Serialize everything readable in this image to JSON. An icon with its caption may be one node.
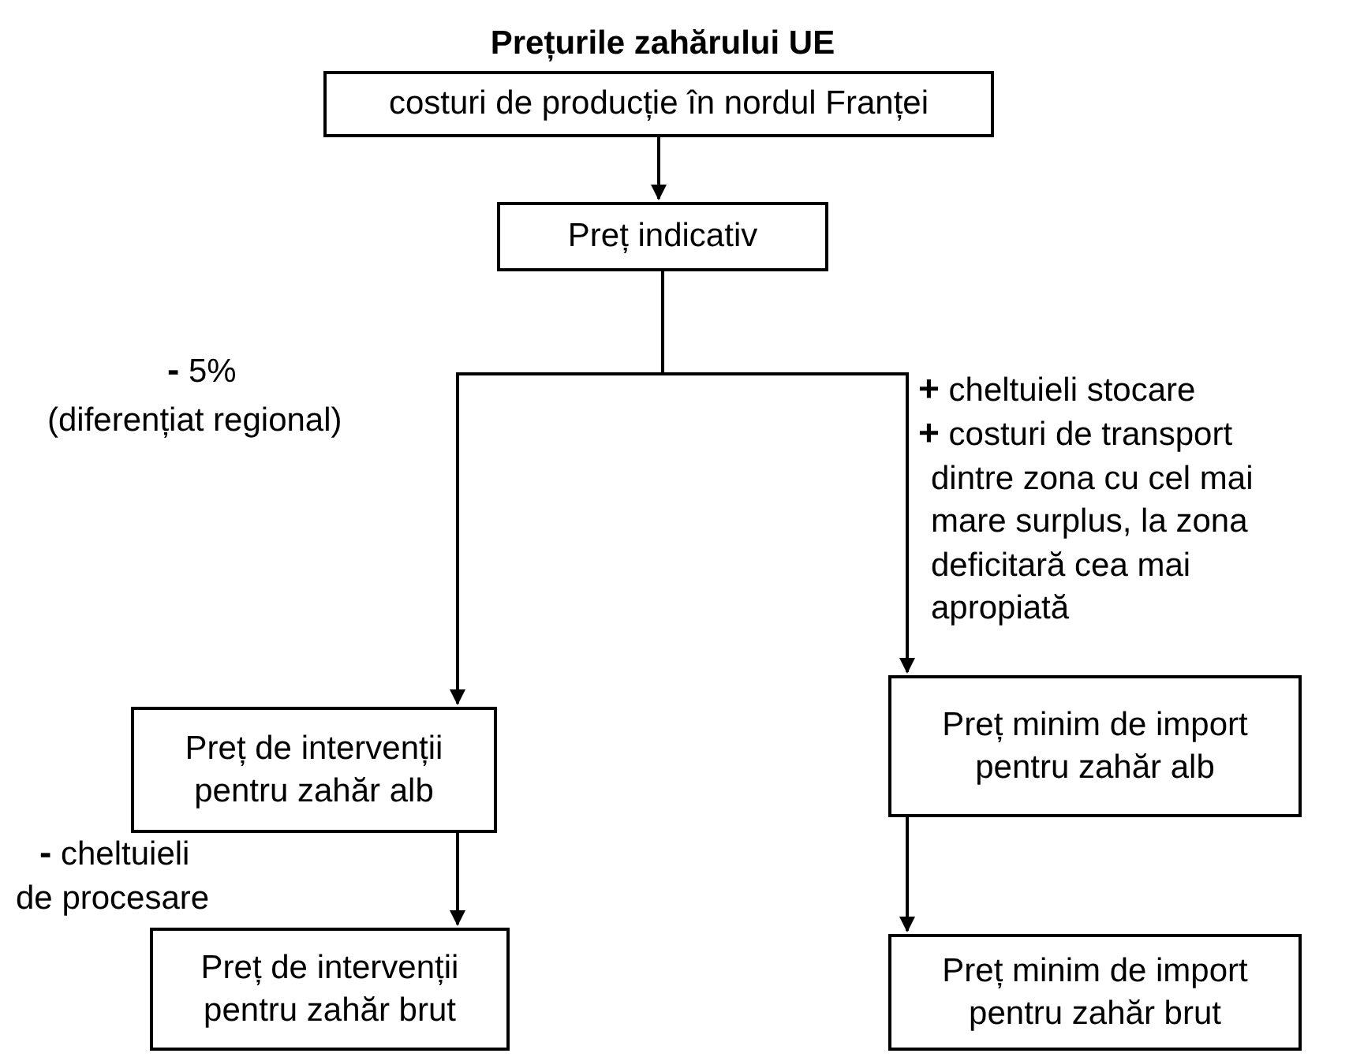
{
  "diagram": {
    "title": "Prețurile zahărului UE",
    "nodes": [
      {
        "text": [
          "costuri de producție în nordul Franței"
        ]
      },
      {
        "text": [
          "Preț indicativ"
        ]
      },
      {
        "text": [
          "Preț de intervenții pentru zahăr alb"
        ]
      },
      {
        "text": [
          "Preț minim de import pentru zahăr alb"
        ]
      },
      {
        "text": [
          "Preț de intervenții pentru zahăr brut"
        ]
      },
      {
        "text": [
          "Preț minim de import pentru zahăr brut"
        ]
      }
    ],
    "edges": [
      {
        "from": 0,
        "to": 1,
        "arrow": "to"
      },
      {
        "from": 1,
        "to": 2,
        "arrow": "to"
      },
      {
        "from": 1,
        "to": 3,
        "arrow": "to"
      },
      {
        "from": 2,
        "to": 4,
        "arrow": "to"
      },
      {
        "from": 3,
        "to": 5,
        "arrow": "to"
      }
    ],
    "labels": [
      "**-** 5%",
      "(diferențiat regional)",
      "**+** cheltuieli stocare",
      "**+** costuri de transport",
      "dintre zona cu cel mai mare surplus, la zona deficitară cea mai apropiată",
      "**-** cheltuieli",
      "de procesare"
    ]
  }
}
